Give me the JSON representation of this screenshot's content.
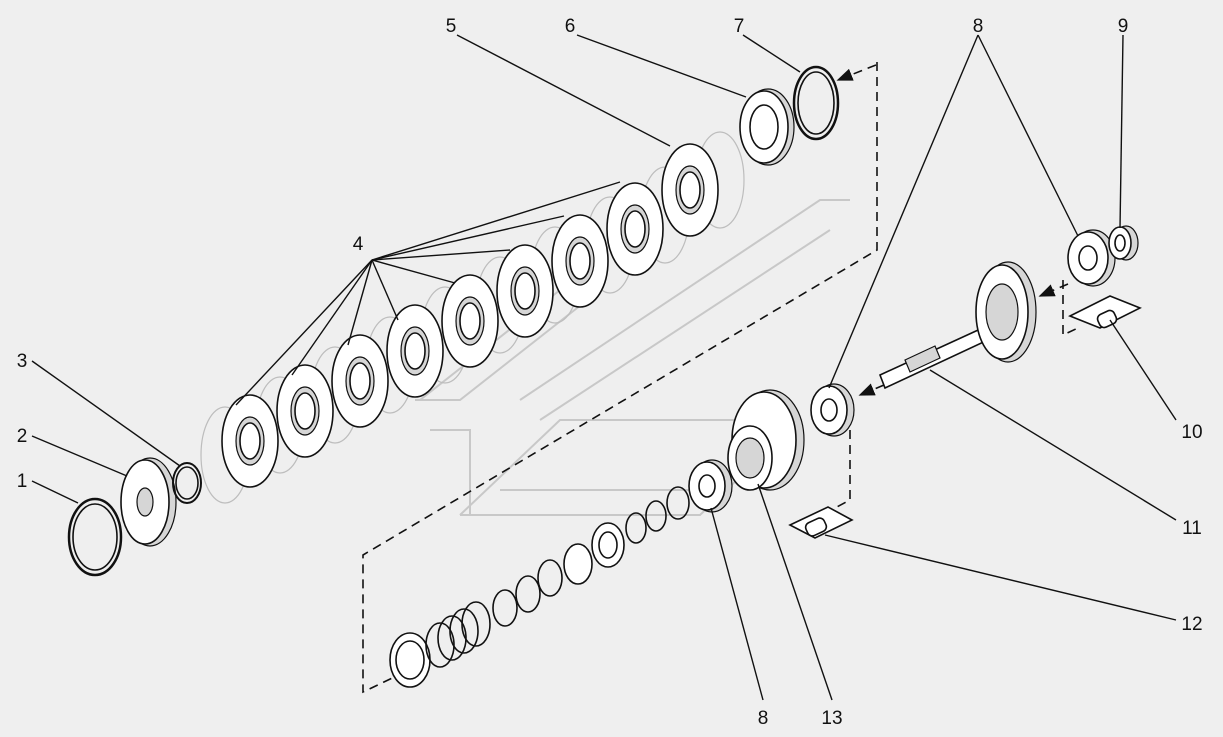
{
  "diagram": {
    "callouts": [
      {
        "id": "c1",
        "label": "1"
      },
      {
        "id": "c2",
        "label": "2"
      },
      {
        "id": "c3",
        "label": "3"
      },
      {
        "id": "c4",
        "label": "4"
      },
      {
        "id": "c5",
        "label": "5"
      },
      {
        "id": "c6",
        "label": "6"
      },
      {
        "id": "c7",
        "label": "7"
      },
      {
        "id": "c8-top",
        "label": "8"
      },
      {
        "id": "c8-bottom",
        "label": "8"
      },
      {
        "id": "c9",
        "label": "9"
      },
      {
        "id": "c10",
        "label": "10"
      },
      {
        "id": "c11",
        "label": "11"
      },
      {
        "id": "c12",
        "label": "12"
      },
      {
        "id": "c13",
        "label": "13"
      }
    ]
  }
}
